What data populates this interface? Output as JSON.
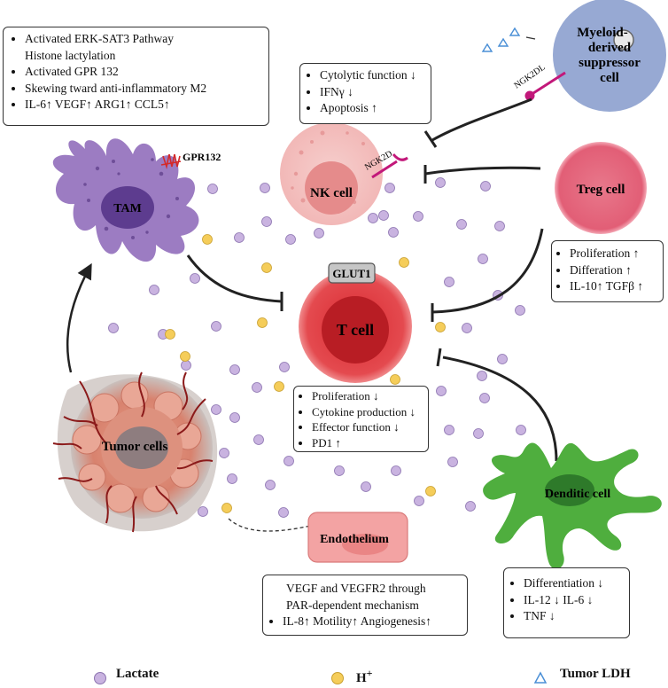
{
  "cells": {
    "tam": "TAM",
    "nk": "NK cell",
    "t": "T cell",
    "treg": "Treg cell",
    "tumor": "Tumor cells",
    "dendritic": "Denditic cell",
    "endothelium": "Endothelium",
    "mdsc": [
      "Myeloid-",
      "derived",
      "suppressor",
      "cell"
    ]
  },
  "receptors": {
    "gpr132": "GPR132",
    "ngk2d": "NGK2D",
    "ngk2dl": "NGK2DL",
    "glut1": "GLUT1"
  },
  "tam_box": {
    "lines": [
      "Activated ERK-SAT3 Pathway",
      "Histone lactylation",
      "Activated GPR 132",
      "Skewing tward anti-inflammatory M2",
      "IL-6↑  VEGF↑  ARG1↑  CCL5↑"
    ]
  },
  "nk_box": {
    "lines": [
      "Cytolytic function ↓",
      "IFNγ  ↓",
      "Apoptosis  ↑"
    ]
  },
  "treg_box": {
    "lines": [
      "Proliferation  ↑",
      "Differation   ↑",
      "IL-10↑ TGFβ  ↑"
    ]
  },
  "tcell_box": {
    "lines": [
      "Proliferation ↓",
      "Cytokine production ↓",
      "Effector function ↓",
      "PD1  ↑"
    ]
  },
  "endo_box": {
    "lines": [
      "VEGF and VEGFR2 through",
      "PAR-dependent mechanism",
      "IL-8↑ Motility↑ Angiogenesis↑"
    ]
  },
  "dc_box": {
    "lines": [
      "Differentiation ↓",
      "IL-12 ↓ IL-6  ↓",
      "TNF ↓"
    ]
  },
  "legend": {
    "lactate": "Lactate",
    "h": "H",
    "h_sup": "+",
    "ldh": "Tumor LDH"
  },
  "colors": {
    "lactate": "#c9b3e0",
    "hplus": "#f5cd5a",
    "ldh": "#4a8fd6",
    "tam": "#9c7cc2",
    "tcell": "#e0383f",
    "nk": "#f0c0bf",
    "treg": "#e36a80",
    "dendritic": "#4fae3e",
    "mdsc": "#97a9d3",
    "endothelium": "#f3a3a3"
  }
}
